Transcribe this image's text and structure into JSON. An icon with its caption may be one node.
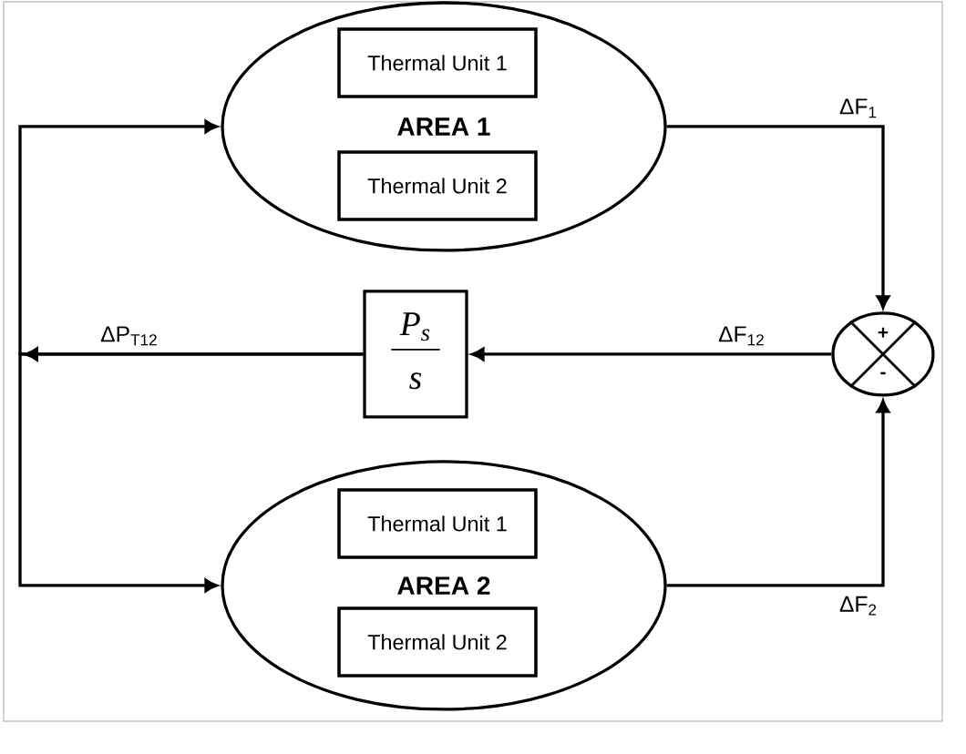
{
  "diagram": {
    "nodes": [
      {
        "text": [
          "AREA 1"
        ]
      },
      {
        "text": [
          "Thermal Unit 1"
        ],
        "in": 0
      },
      {
        "text": [
          "Thermal Unit 2"
        ],
        "in": 0
      },
      {
        "text": [
          "P$_{s}$",
          "s"
        ]
      },
      {
        "text": [
          "+",
          "-"
        ]
      },
      {
        "text": [
          "AREA 2"
        ]
      },
      {
        "text": [
          "Thermal Unit 1"
        ],
        "in": 5
      },
      {
        "text": [
          "Thermal Unit 2"
        ],
        "in": 5
      }
    ],
    "edges": [
      {
        "from": 0,
        "to": 4,
        "arrow": "to",
        "label": "ΔF$_{1}$"
      },
      {
        "from": 4,
        "to": 3,
        "arrow": "to",
        "label": "ΔF$_{12}$"
      },
      {
        "from": 3,
        "to": 0,
        "arrow": "to",
        "label": "ΔP$_{T12}$"
      },
      {
        "from": 3,
        "to": 5,
        "arrow": "to"
      },
      {
        "from": 5,
        "to": 4,
        "arrow": "to",
        "label": "ΔF$_{2}$"
      }
    ]
  }
}
